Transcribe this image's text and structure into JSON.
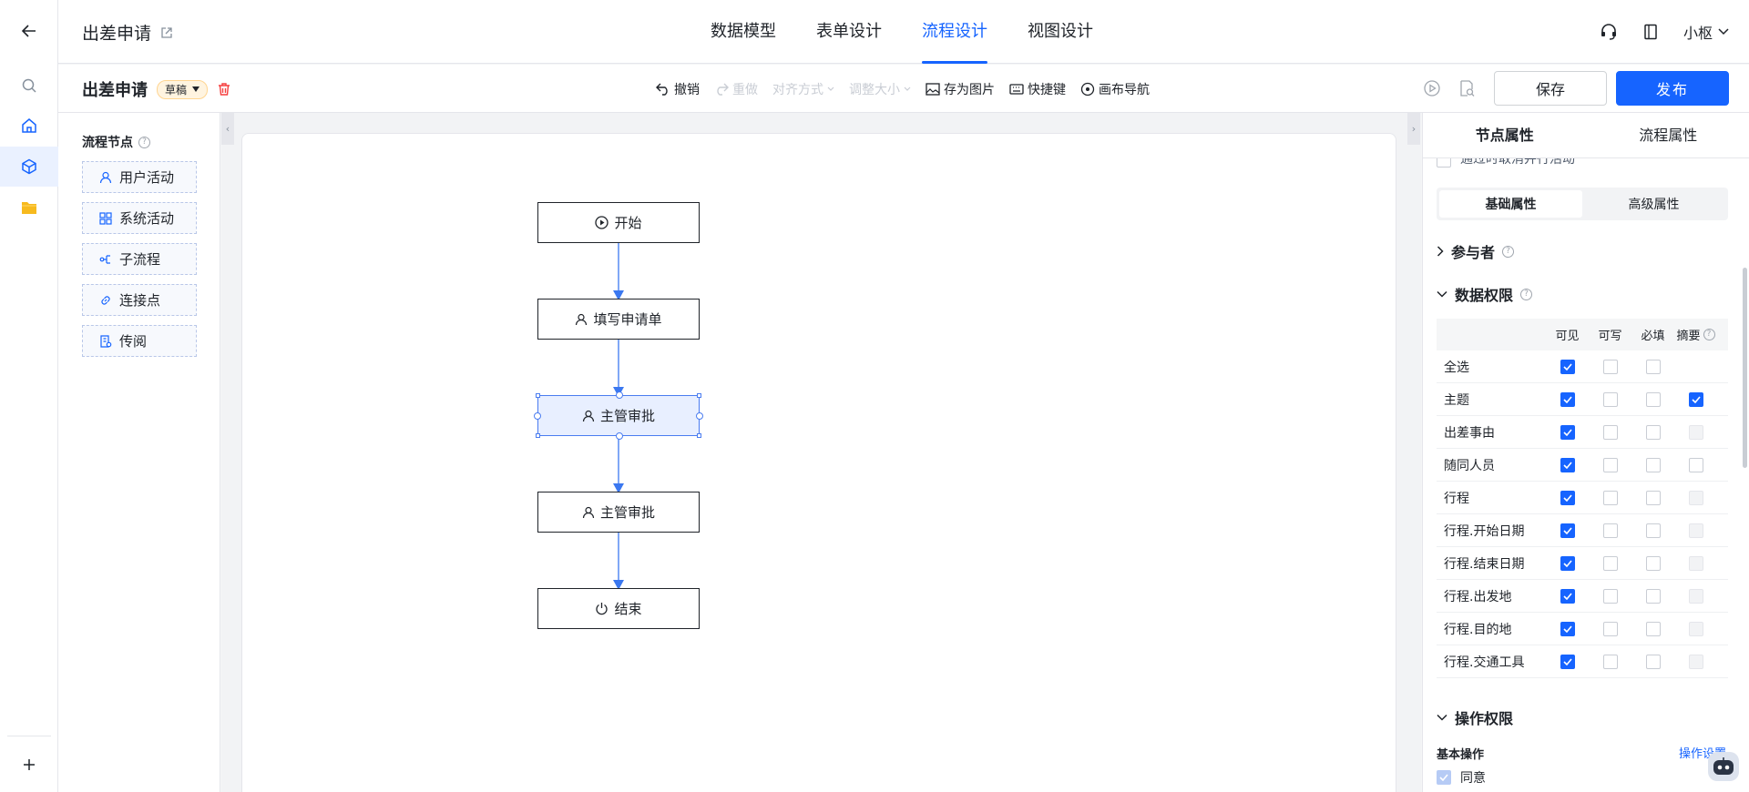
{
  "header": {
    "app_title": "出差申请",
    "tabs": [
      "数据模型",
      "表单设计",
      "流程设计",
      "视图设计"
    ],
    "active_tab": 2,
    "user_name": "小枢"
  },
  "toolbar": {
    "flow_title": "出差申请",
    "status_badge": "草稿",
    "undo": "撤销",
    "redo": "重做",
    "align": "对齐方式",
    "resize": "调整大小",
    "save_image": "存为图片",
    "shortcuts": "快捷键",
    "canvas_nav": "画布导航",
    "save": "保存",
    "publish": "发布"
  },
  "palette": {
    "title": "流程节点",
    "items": [
      {
        "label": "用户活动",
        "icon": "user-icon"
      },
      {
        "label": "系统活动",
        "icon": "grid-icon"
      },
      {
        "label": "子流程",
        "icon": "branch-icon"
      },
      {
        "label": "连接点",
        "icon": "link-icon"
      },
      {
        "label": "传阅",
        "icon": "document-icon"
      }
    ]
  },
  "flow": {
    "nodes": [
      {
        "label": "开始",
        "icon": "play-circle-icon"
      },
      {
        "label": "填写申请单",
        "icon": "user-icon"
      },
      {
        "label": "主管审批",
        "icon": "user-icon",
        "selected": true
      },
      {
        "label": "主管审批",
        "icon": "user-icon"
      },
      {
        "label": "结束",
        "icon": "power-icon"
      }
    ]
  },
  "panel": {
    "tabs": [
      "节点属性",
      "流程属性"
    ],
    "active_tab": 0,
    "partial_option": "通过时取消并行活动",
    "subtabs": [
      "基础属性",
      "高级属性"
    ],
    "active_subtab": 0,
    "participants": "参与者",
    "data_perm": "数据权限",
    "columns": [
      "可见",
      "可写",
      "必填",
      "摘要"
    ],
    "rows": [
      {
        "name": "全选",
        "v": true,
        "w": false,
        "r": false,
        "s": null
      },
      {
        "name": "主题",
        "v": true,
        "w": false,
        "r": false,
        "s": true
      },
      {
        "name": "出差事由",
        "v": true,
        "w": false,
        "r": false,
        "s": "dis"
      },
      {
        "name": "随同人员",
        "v": true,
        "w": false,
        "r": false,
        "s": false
      },
      {
        "name": "行程",
        "v": true,
        "w": false,
        "r": false,
        "s": "dis"
      },
      {
        "name": "行程.开始日期",
        "v": true,
        "w": false,
        "r": false,
        "s": "dis"
      },
      {
        "name": "行程.结束日期",
        "v": true,
        "w": false,
        "r": false,
        "s": "dis"
      },
      {
        "name": "行程.出发地",
        "v": true,
        "w": false,
        "r": false,
        "s": "dis"
      },
      {
        "name": "行程.目的地",
        "v": true,
        "w": false,
        "r": false,
        "s": "dis"
      },
      {
        "name": "行程.交通工具",
        "v": true,
        "w": false,
        "r": false,
        "s": "dis"
      }
    ],
    "op_perm": "操作权限",
    "basic_ops": "基本操作",
    "op_settings": "操作设置",
    "agree": "同意"
  },
  "colors": {
    "accent": "#1664ff",
    "danger": "#f53f3f",
    "folder": "#f7ba1e"
  }
}
